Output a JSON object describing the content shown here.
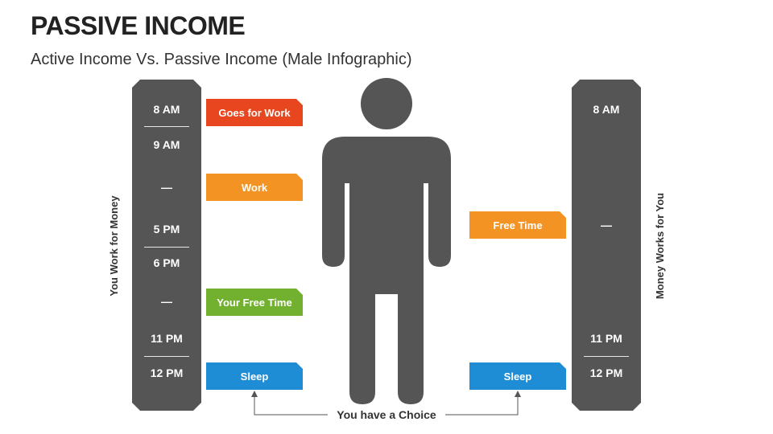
{
  "header": {
    "title": "PASSIVE INCOME",
    "subtitle": "Active Income Vs. Passive Income (Male Infographic)"
  },
  "left_column": {
    "side_label": "You Work for Money",
    "times": [
      "8 AM",
      "9 AM",
      "—",
      "5 PM",
      "6 PM",
      "—",
      "11 PM",
      "12 PM"
    ]
  },
  "right_column": {
    "side_label": "Money Works for You",
    "times": [
      "8 AM",
      "—",
      "11 PM",
      "12 PM"
    ]
  },
  "left_tags": [
    {
      "label": "Goes for Work",
      "color": "#e8461e"
    },
    {
      "label": "Work",
      "color": "#f39323"
    },
    {
      "label": "Your Free Time",
      "color": "#72b12f"
    },
    {
      "label": "Sleep",
      "color": "#1f8dd6"
    }
  ],
  "right_tags": [
    {
      "label": "Free Time",
      "color": "#f39323"
    },
    {
      "label": "Sleep",
      "color": "#1f8dd6"
    }
  ],
  "footer": {
    "choice_label": "You have a Choice"
  },
  "colors": {
    "column": "#555555",
    "figure": "#555555"
  },
  "icons": [
    "person-silhouette-icon",
    "arrow-up-icon"
  ]
}
